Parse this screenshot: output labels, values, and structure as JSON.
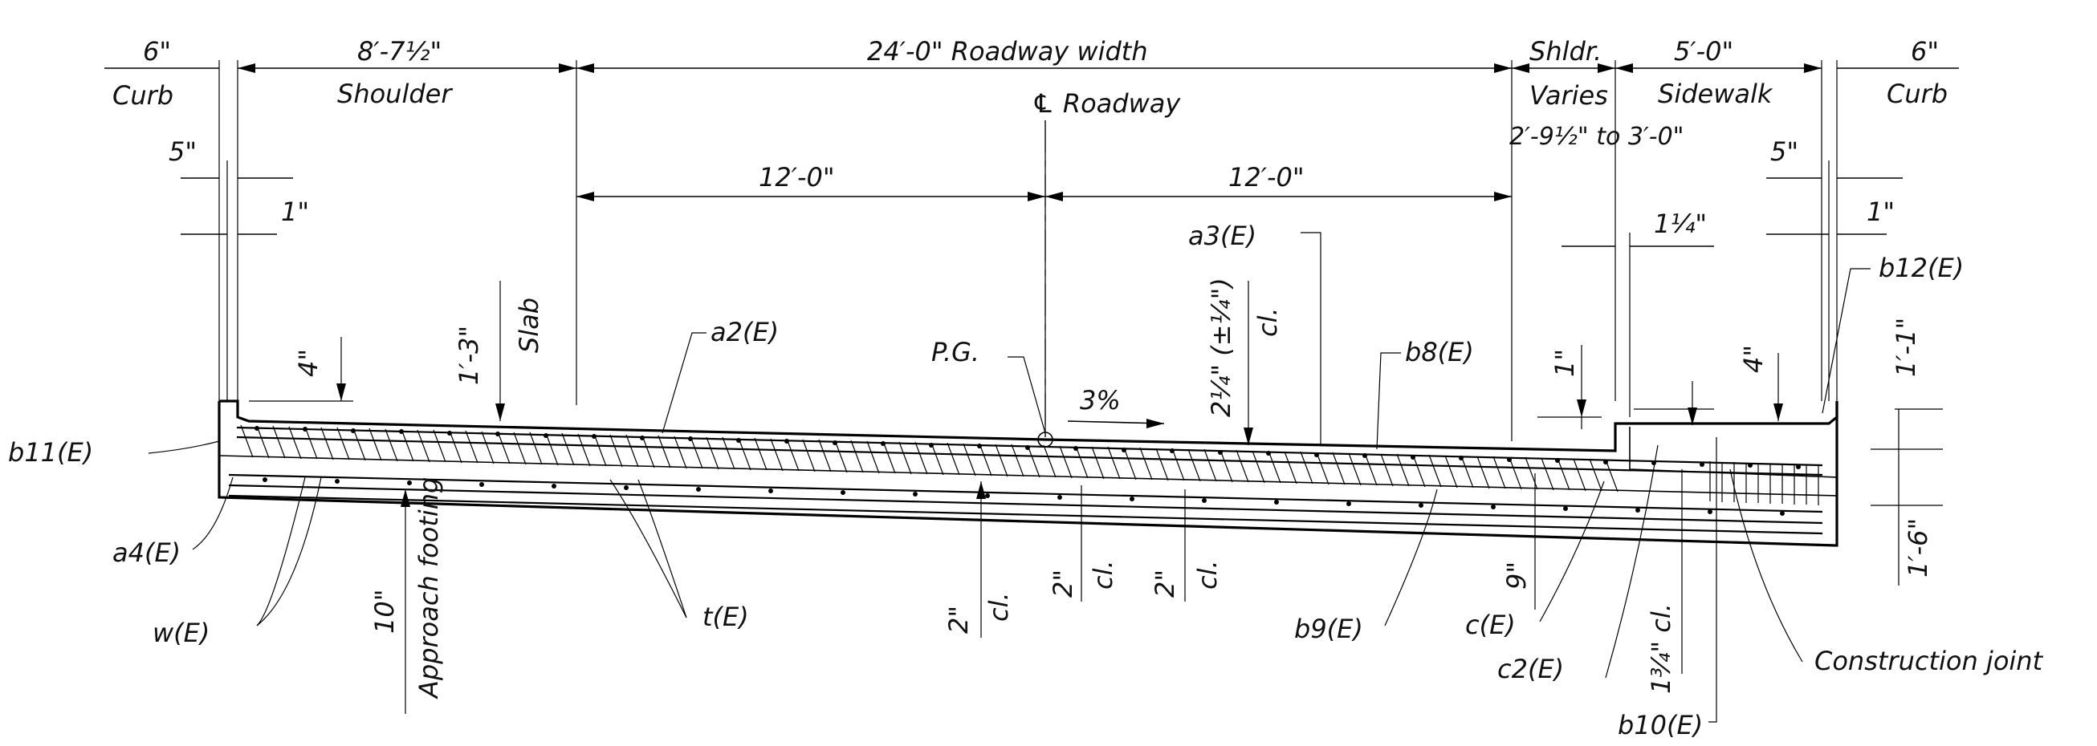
{
  "labels": {
    "curb_left_dim": "6\"",
    "curb_left": "Curb",
    "shoulder_dim": "8′-7½\"",
    "shoulder": "Shoulder",
    "roadway_width": "24′-0\" Roadway width",
    "cl_roadway": "℄ Roadway",
    "shldr": "Shldr.",
    "varies": "Varies",
    "varies_range": "2′-9½\" to 3′-0\"",
    "sidewalk_dim": "5′-0\"",
    "sidewalk": "Sidewalk",
    "curb_right_dim": "6\"",
    "curb_right": "Curb",
    "five_in_left": "5\"",
    "one_in_left": "1\"",
    "half_left": "12′-0\"",
    "half_right": "12′-0\"",
    "five_in_right": "5\"",
    "one_in_right": "1\"",
    "one_quarter_in": "1¼\"",
    "four_in_left": "4\"",
    "slab_thk": "1′-3\"",
    "slab": "Slab",
    "a2": "a2(E)",
    "pg": "P.G.",
    "slope": "3%",
    "a3": "a3(E)",
    "cover_top": "2¼\" (±¼\")",
    "cover_top_cl": "cl.",
    "b8": "b8(E)",
    "one_in_mid": "1\"",
    "four_in_right": "4\"",
    "curb_height": "1′-1\"",
    "b12": "b12(E)",
    "b11": "b11(E)",
    "a4": "a4(E)",
    "w": "w(E)",
    "ten_in": "10\"",
    "approach_footing": "Approach footing",
    "t": "t(E)",
    "two_in_1": "2\"",
    "cl_1": "cl.",
    "two_in_2": "2\"",
    "cl_2": "cl.",
    "two_in_3": "2\"",
    "cl_3": "cl.",
    "b9": "b9(E)",
    "nine_in": "9\"",
    "c": "c(E)",
    "c2": "c2(E)",
    "one_three_quarter_cl": "1¾\" cl.",
    "b10": "b10(E)",
    "construction_joint": "Construction joint",
    "one_six": "1′-6\""
  }
}
